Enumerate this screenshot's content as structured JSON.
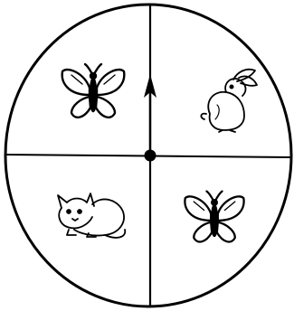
{
  "spinner": {
    "sections": [
      {
        "position": "top-left",
        "picture": "butterfly-icon"
      },
      {
        "position": "top-right",
        "picture": "rabbit-icon"
      },
      {
        "position": "bottom-left",
        "picture": "cat-icon"
      },
      {
        "position": "bottom-right",
        "picture": "butterfly-icon"
      }
    ],
    "arrow_direction": "up",
    "stroke_color": "#000000",
    "fill_color": "#ffffff"
  }
}
